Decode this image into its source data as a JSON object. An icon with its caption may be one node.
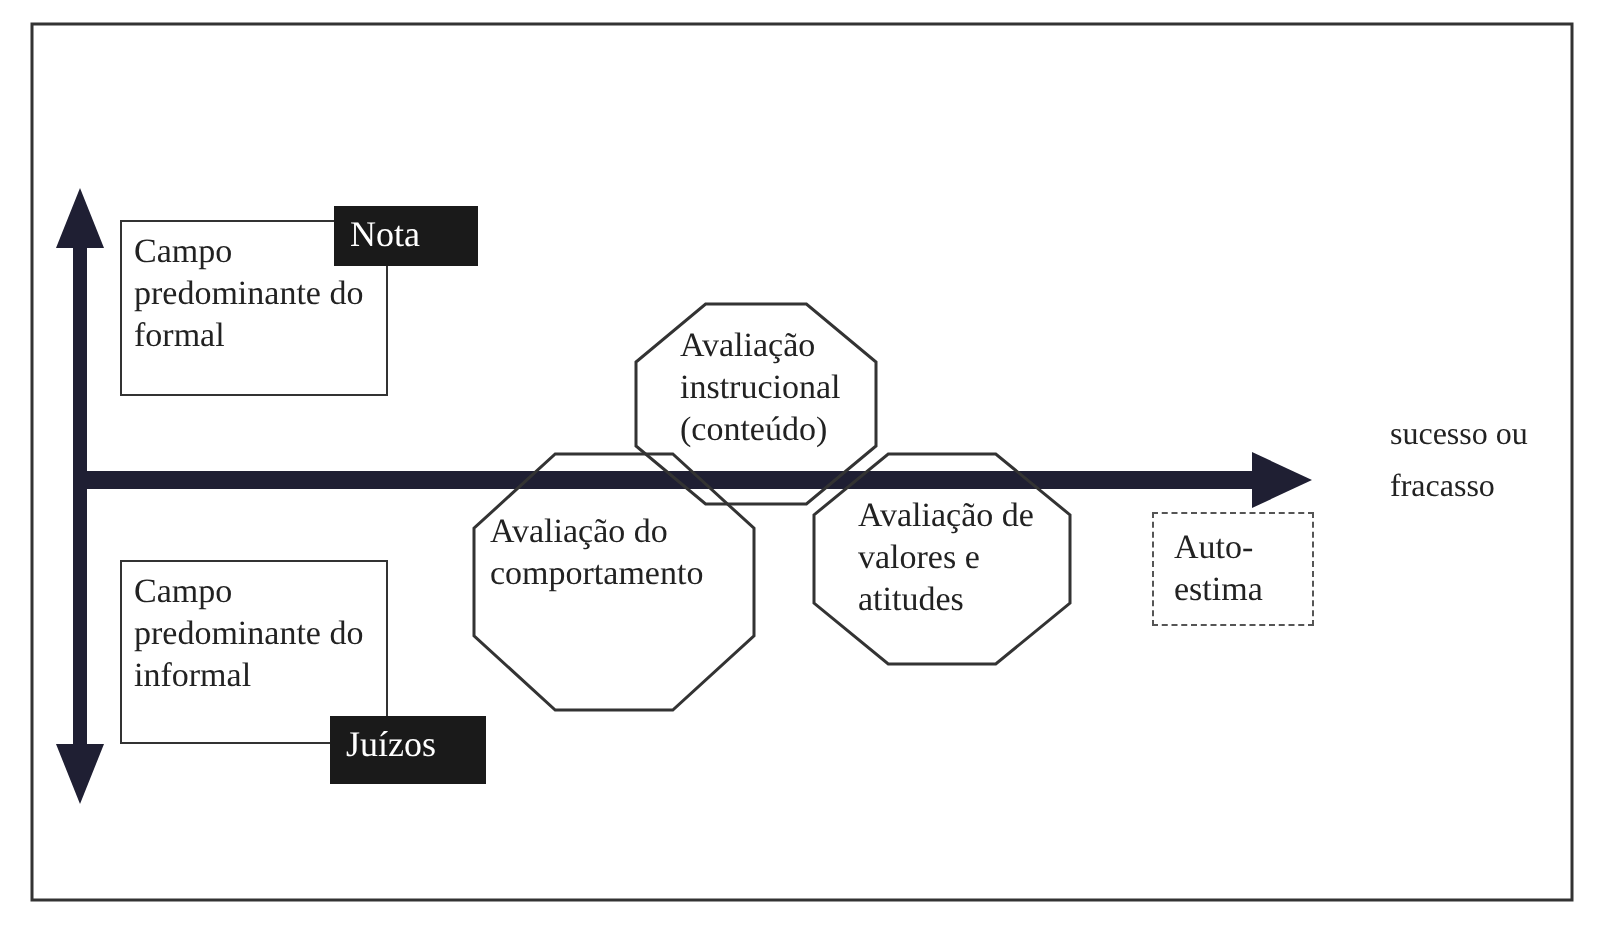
{
  "diagram": {
    "nodes": [
      {
        "text": [
          "Campo predominante do formal"
        ]
      },
      {
        "text": [
          "Nota"
        ]
      },
      {
        "text": [
          "Avaliação instrucional (conteúdo)"
        ]
      },
      {
        "text": [
          "Avaliação do comportamento"
        ]
      },
      {
        "text": [
          "Avaliação de valores e atitudes"
        ]
      },
      {
        "text": [
          "Auto-estima"
        ]
      },
      {
        "text": [
          "Campo predominante do informal"
        ]
      },
      {
        "text": [
          "Juízos"
        ]
      }
    ],
    "labels": [
      "sucesso ou fracasso"
    ]
  }
}
